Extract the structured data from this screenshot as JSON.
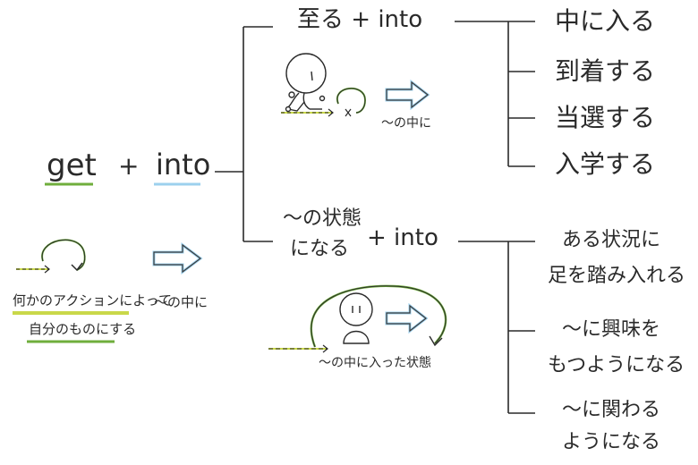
{
  "left": {
    "word1": "get",
    "plus": "+",
    "word2": "into",
    "caption_line1": "何かのアクションによって",
    "caption_line2": "自分のものにする",
    "arrow_caption": "〜の中に"
  },
  "top_branch": {
    "label": "至る + into",
    "arrow_caption": "〜の中に",
    "meanings": [
      "中に入る",
      "到着する",
      "当選する",
      "入学する"
    ]
  },
  "bottom_branch": {
    "label_line1": "〜の状態",
    "label_line2": "になる",
    "label_plus": "+ into",
    "figure_caption": "〜の中に入った状態",
    "meanings": [
      {
        "line1": "ある状況に",
        "line2": "足を踏み入れる"
      },
      {
        "line1": "〜に興味を",
        "line2": "もつようになる"
      },
      {
        "line1": "〜に関わる",
        "line2": "ようになる"
      }
    ]
  },
  "colors": {
    "ink": "#2a2a2a",
    "green": "#6fae3c",
    "yellow_green": "#c9d84a",
    "blue": "#3f8fcf",
    "light_blue": "#9cd0ee"
  }
}
